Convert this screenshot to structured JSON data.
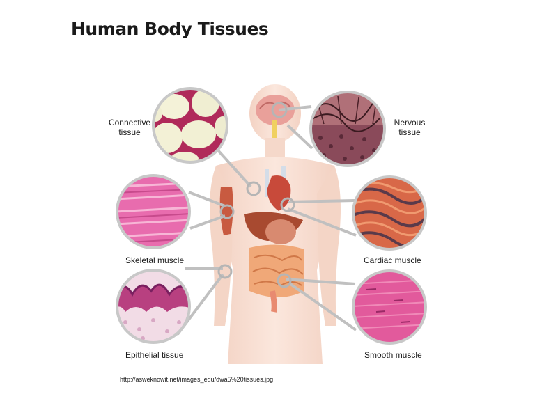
{
  "title": "Human Body Tissues",
  "labels": {
    "connective": "Connective\ntissue",
    "nervous": "Nervous\ntissue",
    "skeletal": "Skeletal muscle",
    "cardiac": "Cardiac muscle",
    "epithelial": "Epithelial tissue",
    "smooth": "Smooth muscle"
  },
  "source": "http://asweknowit.net/images_edu/dwa5%20tissues.jpg",
  "colors": {
    "skin": "#f7ddd0",
    "muscle_pink": "#e870b0",
    "cardiac_orange": "#c45030",
    "connector": "#b8b8b8"
  }
}
